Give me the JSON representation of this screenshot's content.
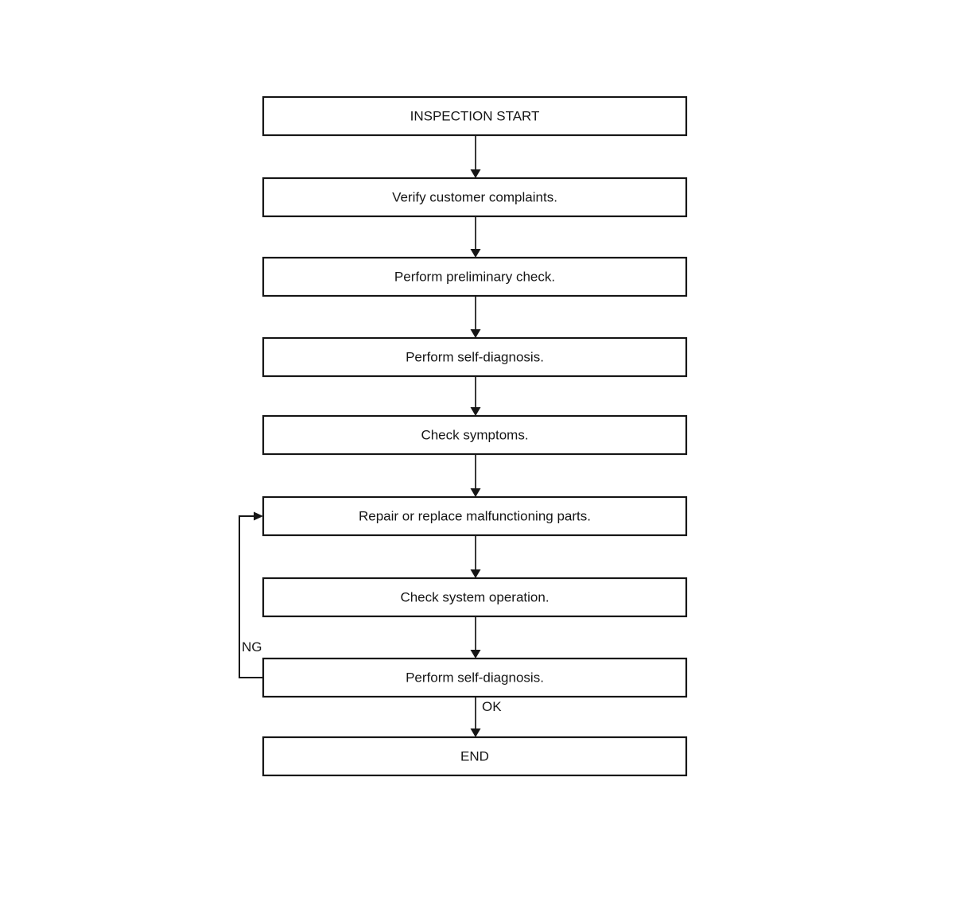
{
  "flowchart": {
    "nodes": [
      {
        "id": "inspection-start",
        "label": "INSPECTION START"
      },
      {
        "id": "verify-complaints",
        "label": "Verify customer complaints."
      },
      {
        "id": "preliminary-check",
        "label": "Perform preliminary check."
      },
      {
        "id": "self-diagnosis-1",
        "label": "Perform self-diagnosis."
      },
      {
        "id": "check-symptoms",
        "label": "Check symptoms."
      },
      {
        "id": "repair-replace",
        "label": "Repair or replace malfunctioning parts."
      },
      {
        "id": "check-system-operation",
        "label": "Check system operation."
      },
      {
        "id": "self-diagnosis-2",
        "label": "Perform self-diagnosis."
      },
      {
        "id": "end",
        "label": "END"
      }
    ],
    "edges": [
      {
        "from": "inspection-start",
        "to": "verify-complaints",
        "label": ""
      },
      {
        "from": "verify-complaints",
        "to": "preliminary-check",
        "label": ""
      },
      {
        "from": "preliminary-check",
        "to": "self-diagnosis-1",
        "label": ""
      },
      {
        "from": "self-diagnosis-1",
        "to": "check-symptoms",
        "label": ""
      },
      {
        "from": "check-symptoms",
        "to": "repair-replace",
        "label": ""
      },
      {
        "from": "repair-replace",
        "to": "check-system-operation",
        "label": ""
      },
      {
        "from": "check-system-operation",
        "to": "self-diagnosis-2",
        "label": ""
      },
      {
        "from": "self-diagnosis-2",
        "to": "end",
        "label": "OK"
      },
      {
        "from": "self-diagnosis-2",
        "to": "repair-replace",
        "label": "NG"
      }
    ]
  },
  "colors": {
    "line": "#161616",
    "background": "#ffffff"
  }
}
